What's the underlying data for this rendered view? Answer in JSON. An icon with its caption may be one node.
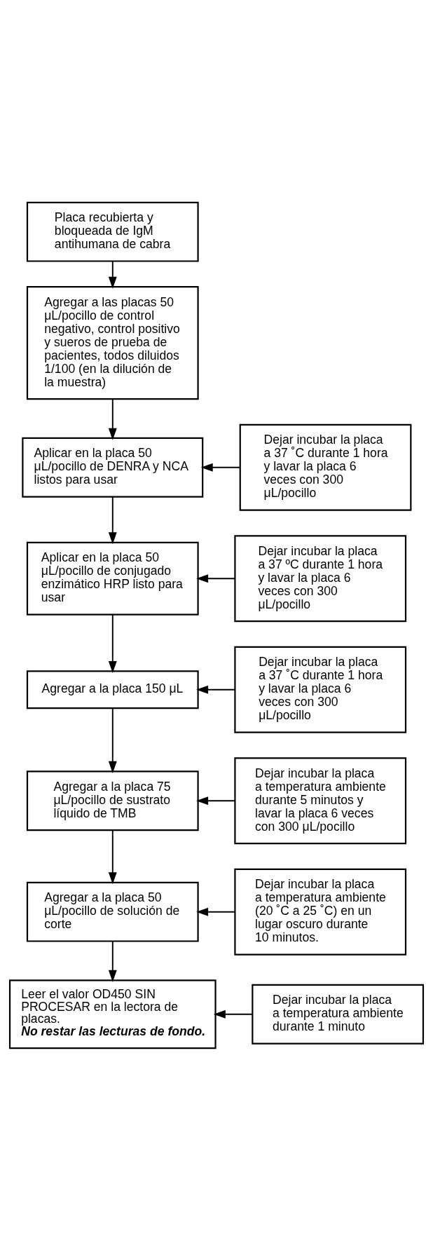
{
  "diagram": {
    "nodes": [
      {
        "text": [
          "Placa recubierta y bloqueada de IgM antihumana de cabra"
        ]
      },
      {
        "text": [
          "Agregar a las placas 50 μL/pocillo de control negativo, control positivo y sueros de prueba de pacientes, todos diluidos 1/100 (en la dilución de la muestra)"
        ]
      },
      {
        "text": [
          "Dejar incubar la placa a 37 ˚C durante 1 hora y lavar la placa 6 veces con 300 μL/pocillo"
        ]
      },
      {
        "text": [
          "Aplicar en la placa 50 μL/pocillo de DENRA y NCA listos para usar"
        ]
      },
      {
        "text": [
          "Dejar incubar la placa a 37 ºC durante 1 hora y lavar la placa 6 veces con 300 μL/pocillo"
        ]
      },
      {
        "text": [
          "Aplicar en la placa 50 μL/pocillo de conjugado enzimático HRP listo para usar"
        ]
      },
      {
        "text": [
          "Dejar incubar la placa a 37 ˚C durante 1 hora y lavar la placa 6 veces con 300 μL/pocillo"
        ]
      },
      {
        "text": [
          "Agregar a la placa 150 μL"
        ]
      },
      {
        "text": [
          "Dejar incubar la placa a temperatura ambiente durante 5 minutos y lavar la placa 6 veces con 300 μL/pocillo"
        ]
      },
      {
        "text": [
          "Agregar a la placa 75 μL/pocillo de sustrato líquido de TMB"
        ]
      },
      {
        "text": [
          "Dejar incubar la placa a temperatura ambiente (20 ˚C a 25 ˚C) en un lugar oscuro durante 10 minutos."
        ]
      },
      {
        "text": [
          "Agregar a la placa 50 μL/pocillo de solución de corte"
        ]
      },
      {
        "text": [
          "Dejar incubar la placa a temperatura ambiente durante 1 minuto"
        ]
      },
      {
        "text": [
          "Leer el valor OD450 SIN PROCESAR en la lectora de placas.",
          "No restar las lecturas de fondo."
        ]
      }
    ],
    "edges": [
      {
        "from": 0,
        "to": 1,
        "arrow": "to"
      },
      {
        "from": 1,
        "to": 3,
        "arrow": "to"
      },
      {
        "from": 2,
        "to": 3,
        "arrow": "to"
      },
      {
        "from": 3,
        "to": 5,
        "arrow": "to"
      },
      {
        "from": 4,
        "to": 5,
        "arrow": "to"
      },
      {
        "from": 5,
        "to": 7,
        "arrow": "to"
      },
      {
        "from": 6,
        "to": 7,
        "arrow": "to"
      },
      {
        "from": 7,
        "to": 9,
        "arrow": "to"
      },
      {
        "from": 8,
        "to": 9,
        "arrow": "to"
      },
      {
        "from": 9,
        "to": 11,
        "arrow": "to"
      },
      {
        "from": 10,
        "to": 11,
        "arrow": "to"
      },
      {
        "from": 11,
        "to": 13,
        "arrow": "to"
      },
      {
        "from": 12,
        "to": 13,
        "arrow": "to"
      }
    ]
  }
}
